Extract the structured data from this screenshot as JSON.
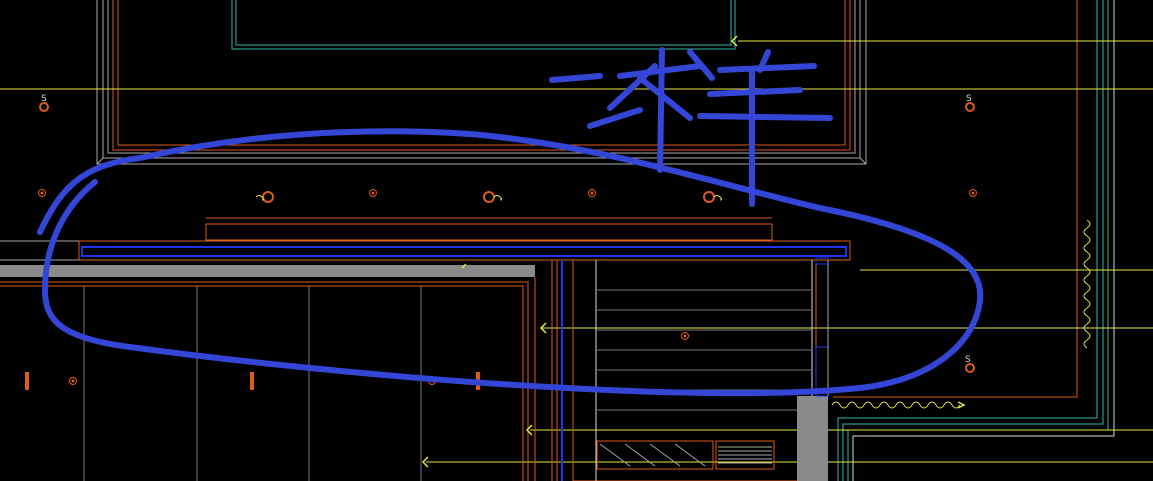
{
  "viewport": {
    "background": "#000000",
    "colors": {
      "orange": "#e05a1a",
      "cyan": "#2fb7a7",
      "yellow": "#e6e64a",
      "gray": "#a8a8a8",
      "grayFill": "#8a8a8a",
      "blue": "#2233ee",
      "white": "#d8d8d8",
      "ink": "#3446d6"
    }
  },
  "annotation": {
    "handwritten_text": "一样",
    "description_icon": "freehand-circle-mark"
  },
  "symbols": {
    "sprinkler_label": "S",
    "icons": [
      "sprinkler-head-icon",
      "smoke-detector-icon",
      "fire-alarm-icon",
      "arrow-marker-icon",
      "zigzag-heater-icon"
    ]
  }
}
